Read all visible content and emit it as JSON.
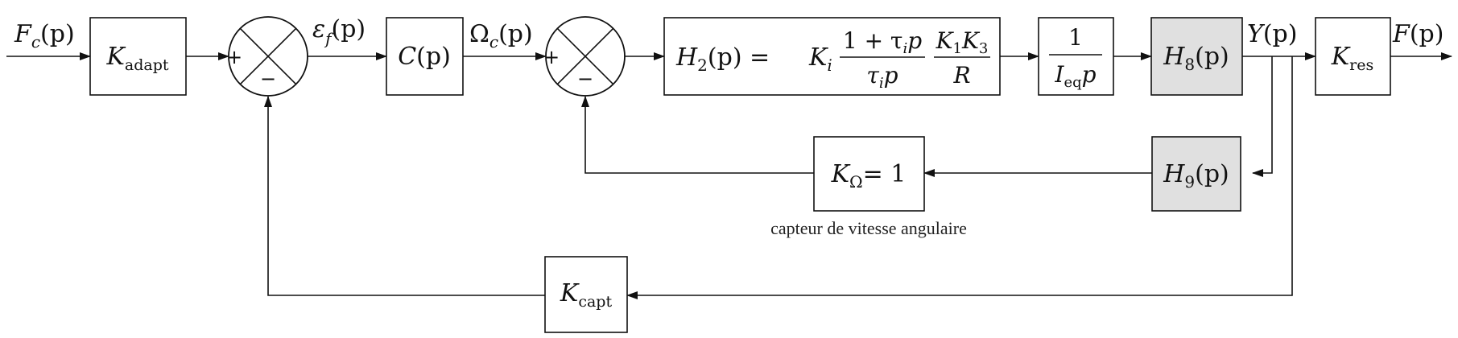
{
  "signals": {
    "input": {
      "main": "F",
      "sub": "c",
      "arg": "(p)"
    },
    "error": {
      "main": "ε",
      "sub": "f",
      "arg": "(p)"
    },
    "omega_c": {
      "main": "Ω",
      "sub": "c",
      "arg": "(p)"
    },
    "y": {
      "main": "Y",
      "arg": "(p)"
    },
    "output": {
      "main": "F",
      "arg": "(p)"
    }
  },
  "blocks": {
    "k_adapt": {
      "main": "K",
      "sub": "adapt"
    },
    "controller": {
      "main": "C",
      "arg": "(p)"
    },
    "h2": {
      "lhs": "H",
      "lhs_sub": "2",
      "lhs_arg": "(p) =",
      "gain": "K",
      "gain_sub": "i",
      "num1": "1 + τ",
      "num1_sub": "i",
      "num1_tail": "p",
      "den1": "τ",
      "den1_sub": "i",
      "den1_tail": "p",
      "num2_a": "K",
      "num2_a_sub": "1",
      "num2_b": "K",
      "num2_b_sub": "3",
      "den2": "R"
    },
    "integrator": {
      "num": "1",
      "den": "I",
      "den_sub": "eq",
      "den_tail": "p"
    },
    "h8": {
      "main": "H",
      "sub": "8",
      "arg": "(p)"
    },
    "k_res": {
      "main": "K",
      "sub": "res"
    },
    "h9": {
      "main": "H",
      "sub": "9",
      "arg": "(p)"
    },
    "k_omega": {
      "main": "K",
      "sub": "Ω",
      "tail": "= 1"
    },
    "k_capt": {
      "main": "K",
      "sub": "capt"
    }
  },
  "sums": {
    "s1": {
      "plus": "+",
      "minus": "−"
    },
    "s2": {
      "plus": "+",
      "minus": "−"
    }
  },
  "captions": {
    "k_omega_caption": "capteur de vitesse angulaire"
  },
  "colors": {
    "shaded_block": "#e0e0e0",
    "line": "#111111"
  }
}
